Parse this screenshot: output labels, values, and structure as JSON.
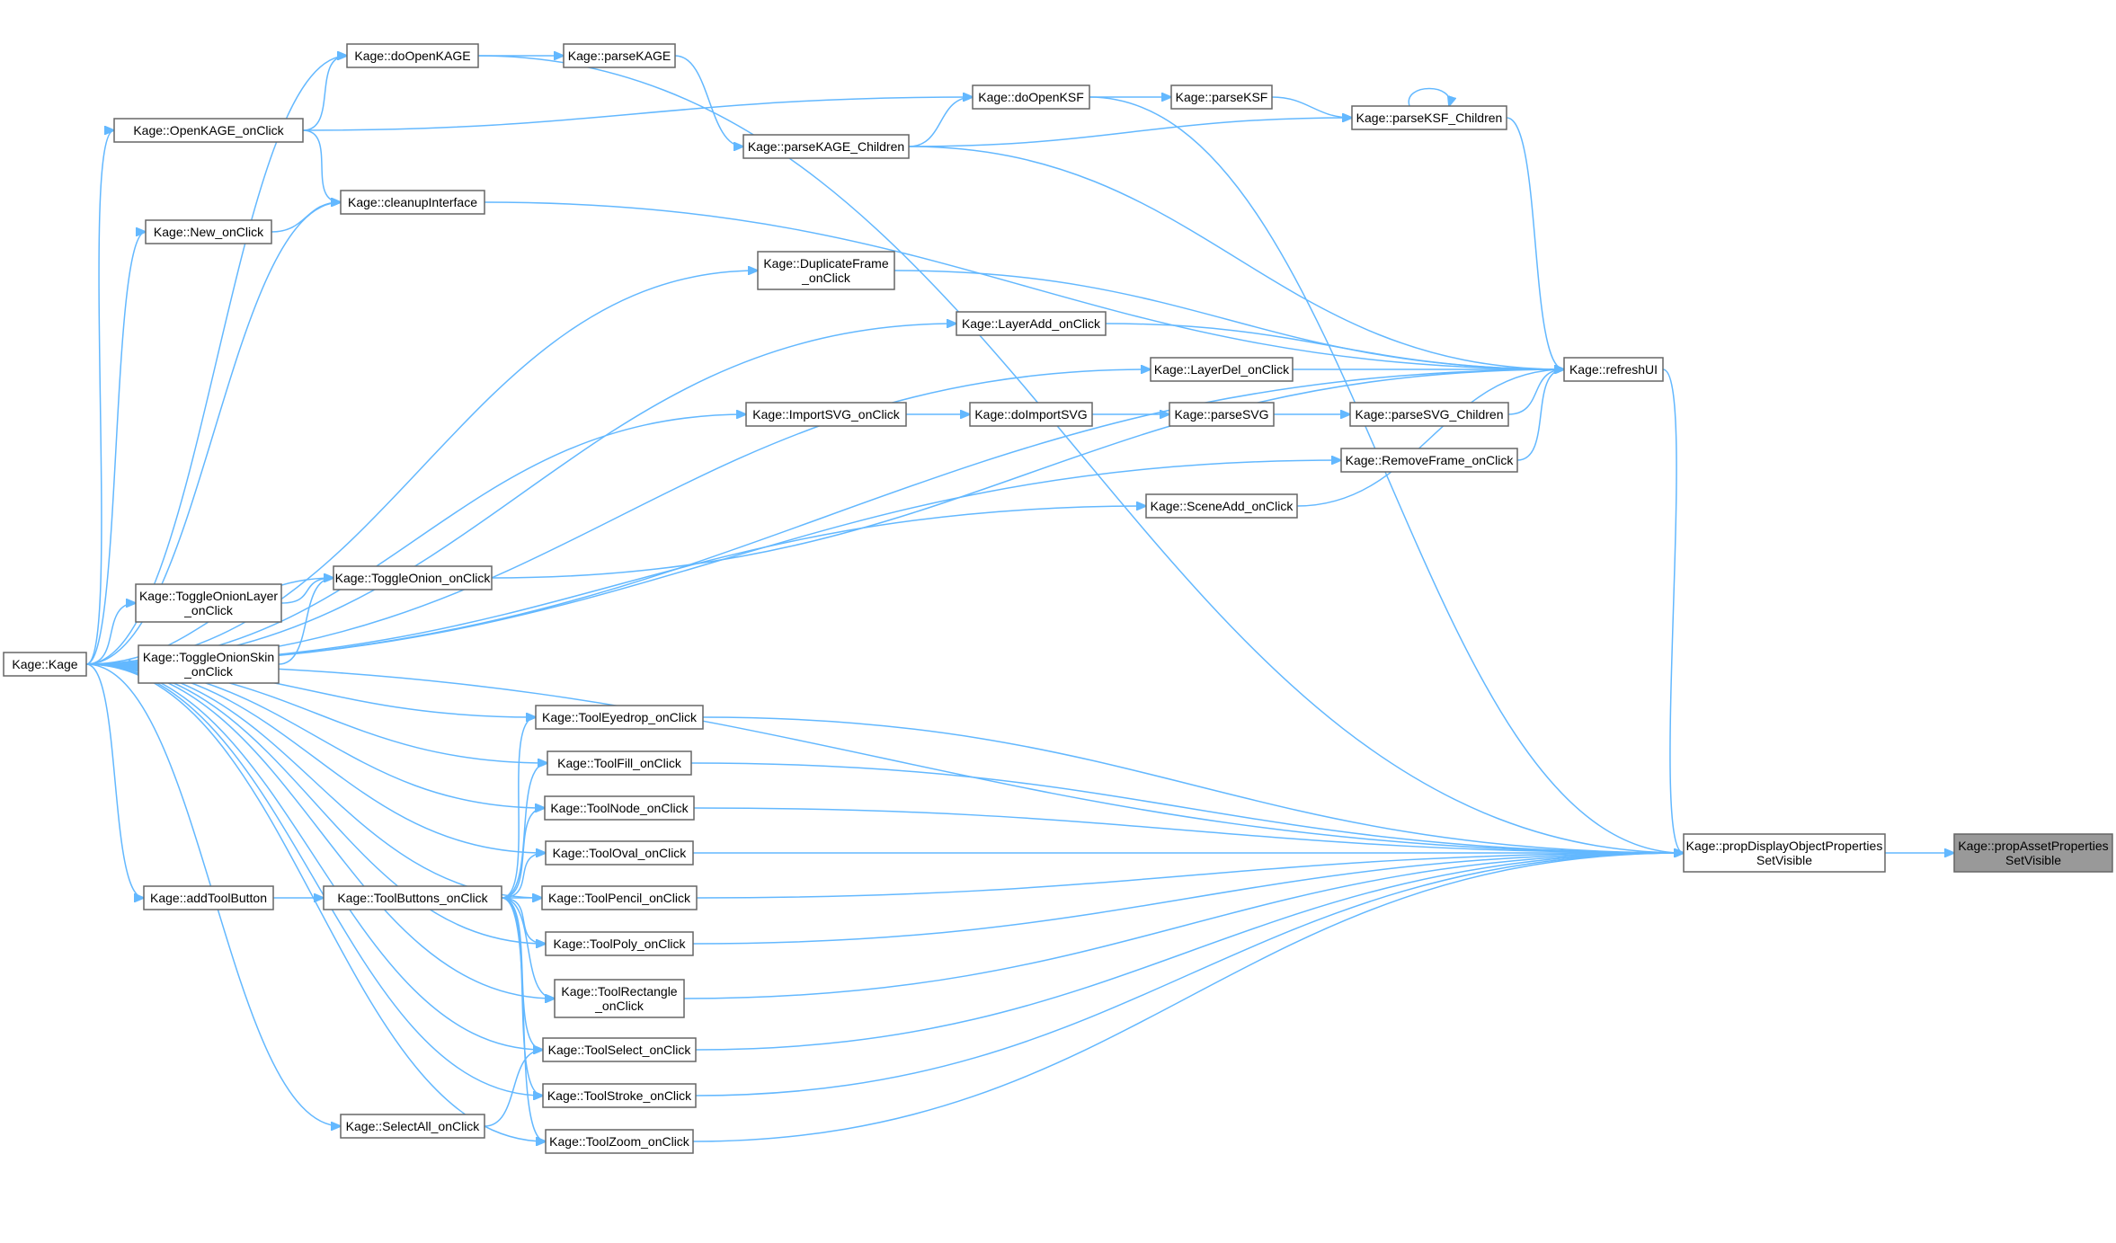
{
  "graph": {
    "edge_color": "#63b8ff",
    "node_border_color": "#666666",
    "highlight_fill": "#999999",
    "nodes": [
      {
        "id": "propAsset",
        "lines": [
          "Kage::propAssetProperties",
          "SetVisible"
        ],
        "highlight": true
      },
      {
        "id": "propDisplay",
        "lines": [
          "Kage::propDisplayObjectProperties",
          "SetVisible"
        ]
      },
      {
        "id": "kage",
        "lines": [
          "Kage::Kage"
        ]
      },
      {
        "id": "addTool",
        "lines": [
          "Kage::addToolButton"
        ]
      },
      {
        "id": "toolButtons",
        "lines": [
          "Kage::ToolButtons_onClick"
        ]
      },
      {
        "id": "selectAll",
        "lines": [
          "Kage::SelectAll_onClick"
        ]
      },
      {
        "id": "openKAGE",
        "lines": [
          "Kage::OpenKAGE_onClick"
        ]
      },
      {
        "id": "newOn",
        "lines": [
          "Kage::New_onClick"
        ]
      },
      {
        "id": "toggleLayer",
        "lines": [
          "Kage::ToggleOnionLayer",
          "_onClick"
        ]
      },
      {
        "id": "toggleSkin",
        "lines": [
          "Kage::ToggleOnionSkin",
          "_onClick"
        ]
      },
      {
        "id": "doOpenKAGE",
        "lines": [
          "Kage::doOpenKAGE"
        ]
      },
      {
        "id": "cleanup",
        "lines": [
          "Kage::cleanupInterface"
        ]
      },
      {
        "id": "toggleOnion",
        "lines": [
          "Kage::ToggleOnion_onClick"
        ]
      },
      {
        "id": "parseKAGE",
        "lines": [
          "Kage::parseKAGE"
        ]
      },
      {
        "id": "parseKAGEC",
        "lines": [
          "Kage::parseKAGE_Children"
        ]
      },
      {
        "id": "duplicate",
        "lines": [
          "Kage::DuplicateFrame",
          "_onClick"
        ]
      },
      {
        "id": "importSVG",
        "lines": [
          "Kage::ImportSVG_onClick"
        ]
      },
      {
        "id": "doOpenKSF",
        "lines": [
          "Kage::doOpenKSF"
        ]
      },
      {
        "id": "layerAdd",
        "lines": [
          "Kage::LayerAdd_onClick"
        ]
      },
      {
        "id": "doImportSVG",
        "lines": [
          "Kage::doImportSVG"
        ]
      },
      {
        "id": "parseKSF",
        "lines": [
          "Kage::parseKSF"
        ]
      },
      {
        "id": "layerDel",
        "lines": [
          "Kage::LayerDel_onClick"
        ]
      },
      {
        "id": "sceneAdd",
        "lines": [
          "Kage::SceneAdd_onClick"
        ]
      },
      {
        "id": "parseSVG",
        "lines": [
          "Kage::parseSVG"
        ]
      },
      {
        "id": "removeFrame",
        "lines": [
          "Kage::RemoveFrame_onClick"
        ]
      },
      {
        "id": "parseKSFC",
        "lines": [
          "Kage::parseKSF_Children"
        ]
      },
      {
        "id": "parseSVGC",
        "lines": [
          "Kage::parseSVG_Children"
        ]
      },
      {
        "id": "refreshUI",
        "lines": [
          "Kage::refreshUI"
        ]
      },
      {
        "id": "eyedrop",
        "lines": [
          "Kage::ToolEyedrop_onClick"
        ]
      },
      {
        "id": "fill",
        "lines": [
          "Kage::ToolFill_onClick"
        ]
      },
      {
        "id": "nodeT",
        "lines": [
          "Kage::ToolNode_onClick"
        ]
      },
      {
        "id": "oval",
        "lines": [
          "Kage::ToolOval_onClick"
        ]
      },
      {
        "id": "pencil",
        "lines": [
          "Kage::ToolPencil_onClick"
        ]
      },
      {
        "id": "poly",
        "lines": [
          "Kage::ToolPoly_onClick"
        ]
      },
      {
        "id": "rect",
        "lines": [
          "Kage::ToolRectangle",
          "_onClick"
        ]
      },
      {
        "id": "selectT",
        "lines": [
          "Kage::ToolSelect_onClick"
        ]
      },
      {
        "id": "stroke",
        "lines": [
          "Kage::ToolStroke_onClick"
        ]
      },
      {
        "id": "zoom",
        "lines": [
          "Kage::ToolZoom_onClick"
        ]
      }
    ],
    "edges": [
      [
        "propDisplay",
        "propAsset"
      ],
      [
        "kage",
        "propDisplay"
      ],
      [
        "kage",
        "refreshUI"
      ],
      [
        "kage",
        "openKAGE"
      ],
      [
        "kage",
        "newOn"
      ],
      [
        "kage",
        "toggleLayer"
      ],
      [
        "kage",
        "toggleSkin"
      ],
      [
        "kage",
        "doOpenKAGE"
      ],
      [
        "kage",
        "cleanup"
      ],
      [
        "kage",
        "toggleOnion"
      ],
      [
        "kage",
        "duplicate"
      ],
      [
        "kage",
        "layerAdd"
      ],
      [
        "kage",
        "layerDel"
      ],
      [
        "kage",
        "importSVG"
      ],
      [
        "kage",
        "removeFrame"
      ],
      [
        "kage",
        "sceneAdd"
      ],
      [
        "kage",
        "addTool"
      ],
      [
        "kage",
        "selectAll"
      ],
      [
        "kage",
        "eyedrop"
      ],
      [
        "kage",
        "fill"
      ],
      [
        "kage",
        "nodeT"
      ],
      [
        "kage",
        "oval"
      ],
      [
        "kage",
        "pencil"
      ],
      [
        "kage",
        "poly"
      ],
      [
        "kage",
        "rect"
      ],
      [
        "kage",
        "selectT"
      ],
      [
        "kage",
        "stroke"
      ],
      [
        "kage",
        "zoom"
      ],
      [
        "openKAGE",
        "doOpenKAGE"
      ],
      [
        "openKAGE",
        "cleanup"
      ],
      [
        "openKAGE",
        "doOpenKSF"
      ],
      [
        "newOn",
        "cleanup"
      ],
      [
        "toggleLayer",
        "toggleOnion"
      ],
      [
        "toggleSkin",
        "toggleOnion"
      ],
      [
        "doOpenKAGE",
        "parseKAGE"
      ],
      [
        "doOpenKAGE",
        "propDisplay"
      ],
      [
        "parseKAGE",
        "parseKAGEC"
      ],
      [
        "parseKAGEC",
        "doOpenKSF"
      ],
      [
        "parseKAGEC",
        "parseKSFC"
      ],
      [
        "parseKAGEC",
        "refreshUI"
      ],
      [
        "doOpenKSF",
        "parseKSF"
      ],
      [
        "doOpenKSF",
        "propDisplay"
      ],
      [
        "parseKSF",
        "parseKSFC"
      ],
      [
        "parseKSFC",
        "parseKSFC"
      ],
      [
        "parseKSFC",
        "refreshUI"
      ],
      [
        "cleanup",
        "refreshUI"
      ],
      [
        "toggleOnion",
        "refreshUI"
      ],
      [
        "duplicate",
        "refreshUI"
      ],
      [
        "layerAdd",
        "refreshUI"
      ],
      [
        "layerDel",
        "refreshUI"
      ],
      [
        "sceneAdd",
        "refreshUI"
      ],
      [
        "removeFrame",
        "refreshUI"
      ],
      [
        "importSVG",
        "doImportSVG"
      ],
      [
        "doImportSVG",
        "parseSVG"
      ],
      [
        "parseSVG",
        "parseSVGC"
      ],
      [
        "parseSVGC",
        "refreshUI"
      ],
      [
        "refreshUI",
        "propDisplay"
      ],
      [
        "addTool",
        "toolButtons"
      ],
      [
        "toolButtons",
        "eyedrop"
      ],
      [
        "toolButtons",
        "fill"
      ],
      [
        "toolButtons",
        "nodeT"
      ],
      [
        "toolButtons",
        "oval"
      ],
      [
        "toolButtons",
        "pencil"
      ],
      [
        "toolButtons",
        "poly"
      ],
      [
        "toolButtons",
        "rect"
      ],
      [
        "toolButtons",
        "selectT"
      ],
      [
        "toolButtons",
        "stroke"
      ],
      [
        "toolButtons",
        "zoom"
      ],
      [
        "selectAll",
        "selectT"
      ],
      [
        "eyedrop",
        "propDisplay"
      ],
      [
        "fill",
        "propDisplay"
      ],
      [
        "nodeT",
        "propDisplay"
      ],
      [
        "oval",
        "propDisplay"
      ],
      [
        "pencil",
        "propDisplay"
      ],
      [
        "poly",
        "propDisplay"
      ],
      [
        "rect",
        "propDisplay"
      ],
      [
        "selectT",
        "propDisplay"
      ],
      [
        "stroke",
        "propDisplay"
      ],
      [
        "zoom",
        "propDisplay"
      ]
    ]
  }
}
